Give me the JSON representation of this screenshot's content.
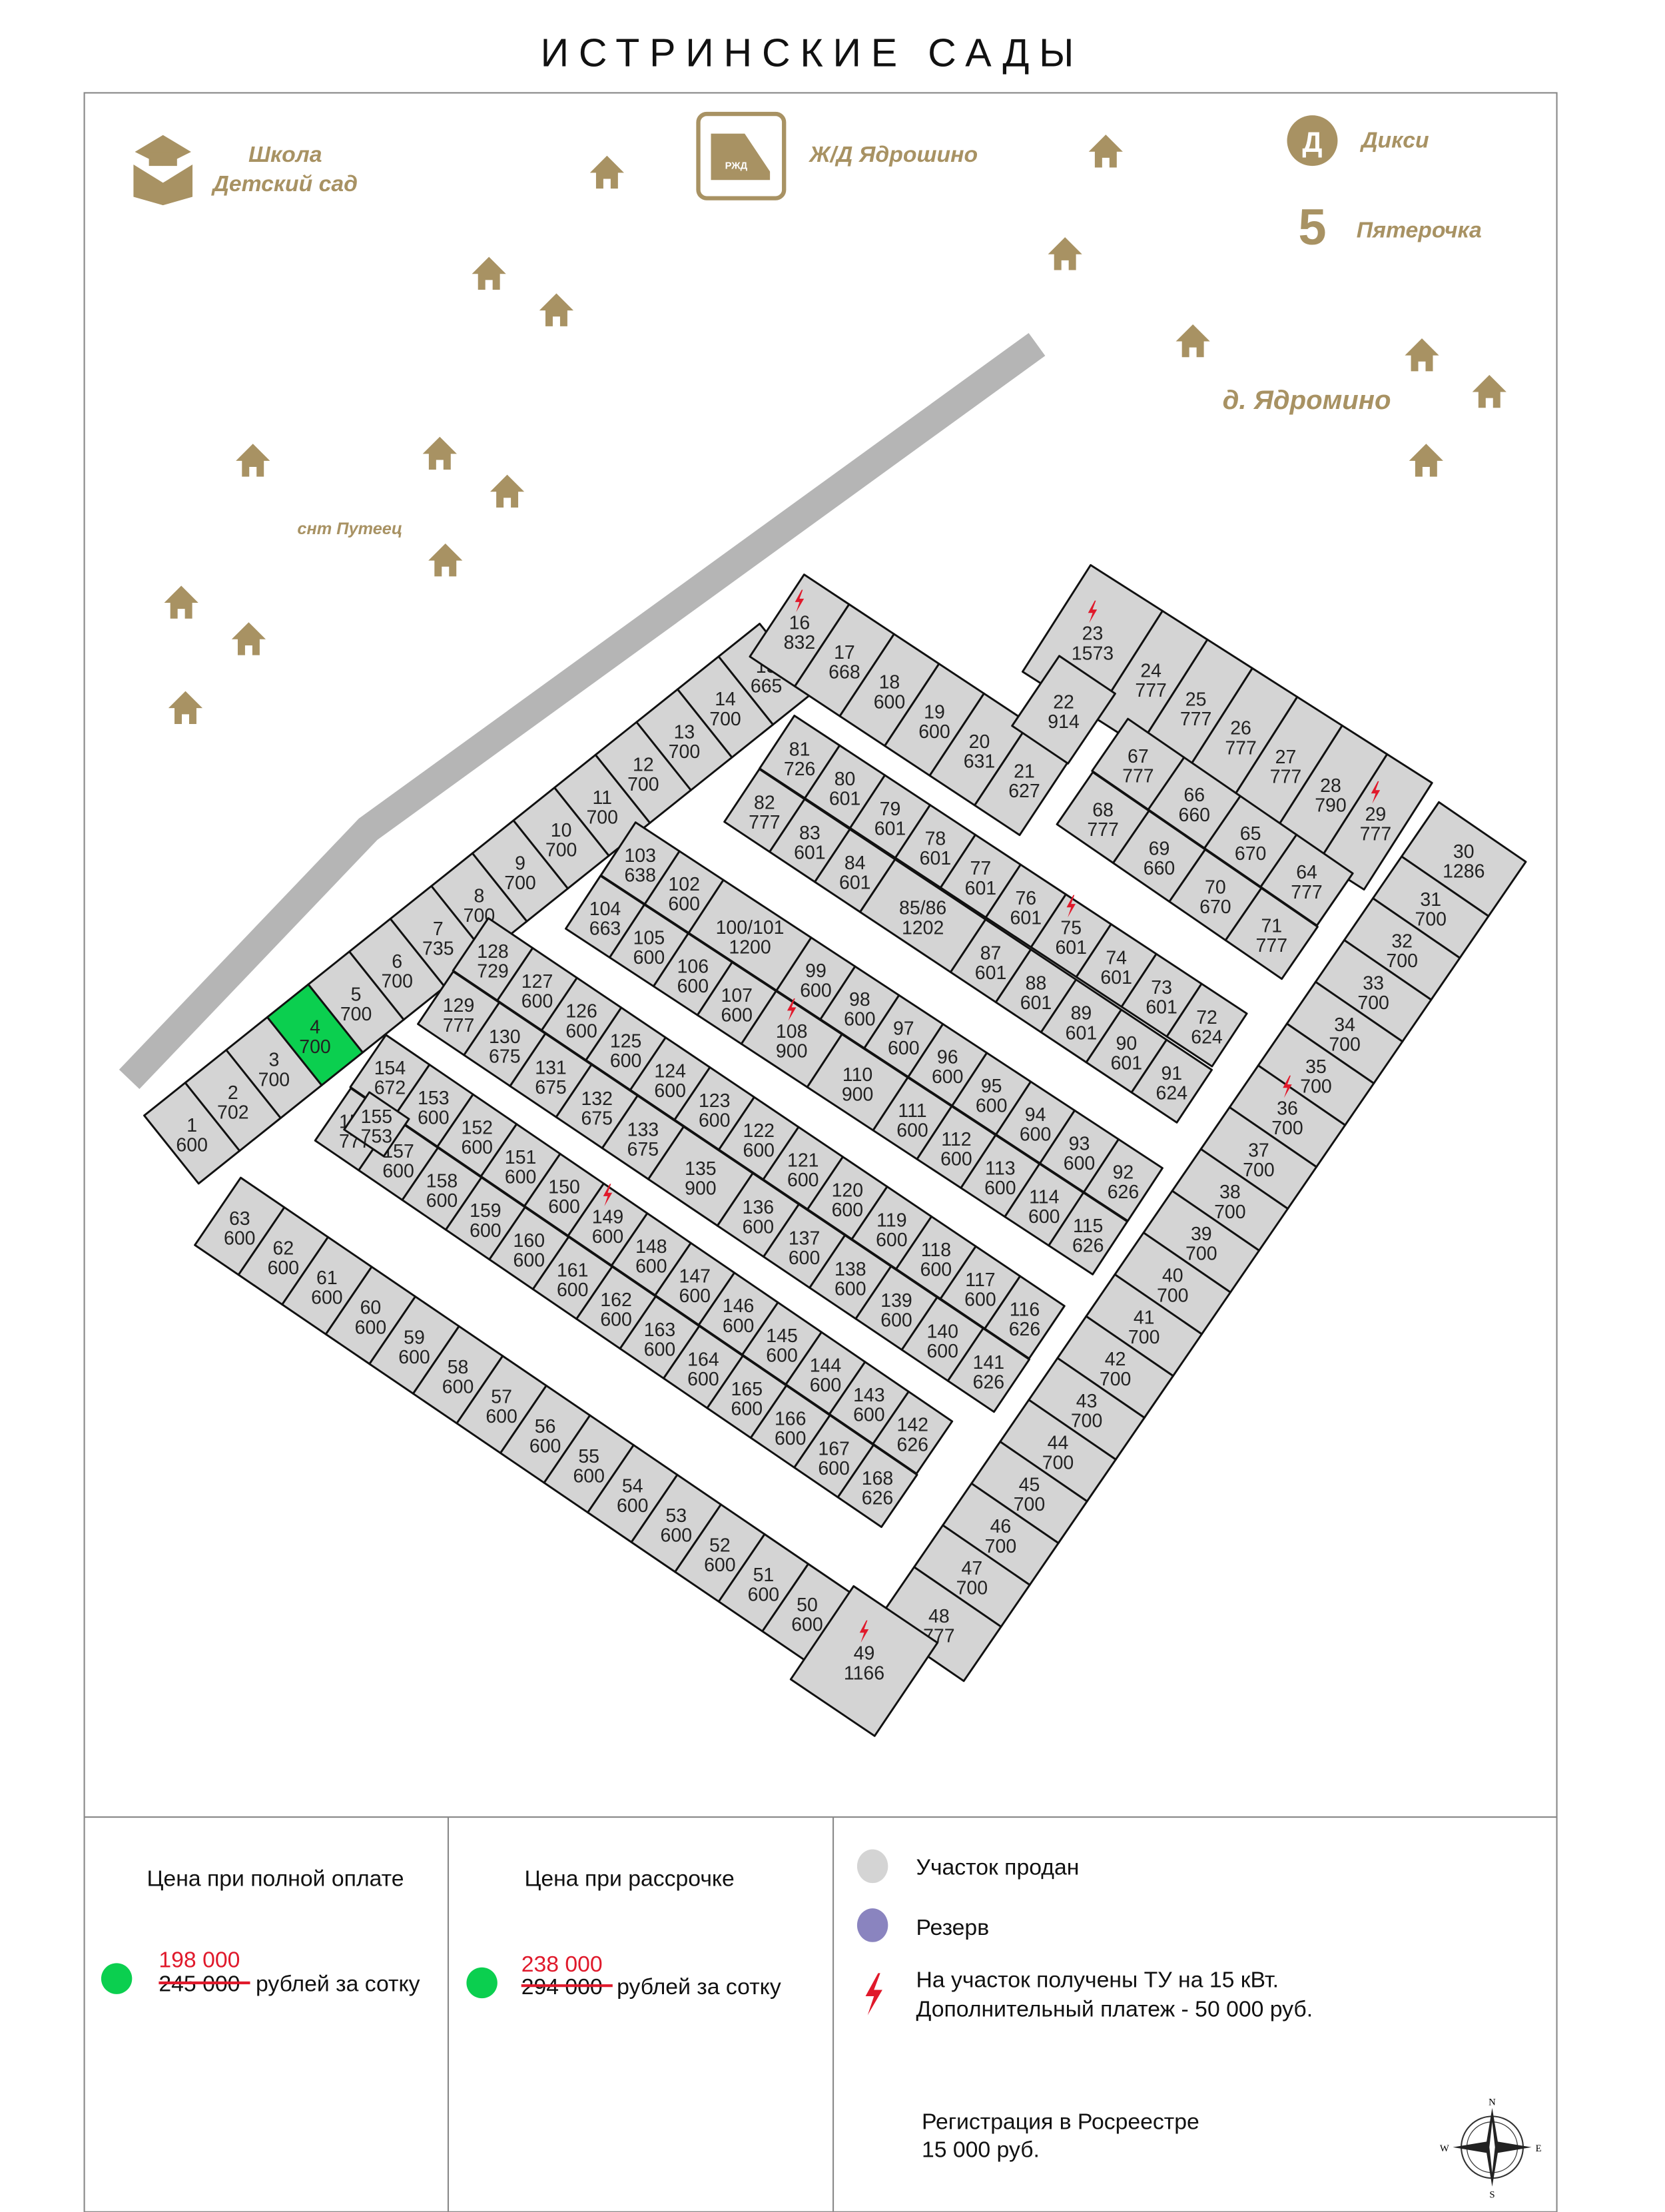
{
  "title": "ИСТРИНСКИЕ САДЫ",
  "landmarks": {
    "school": [
      "Школа",
      "Детский сад"
    ],
    "station": "Ж/Д Ядрошино",
    "dixy": "Дикси",
    "dixy_logo": "Д",
    "pyaterochka": "Пятерочка",
    "pyaterochka_logo": "5",
    "village": "д. Ядромино",
    "snt": "снт Путеец",
    "rzd_logo": "РЖД"
  },
  "colors": {
    "sold": "#d4d4d4",
    "free": "#0bcf4f",
    "reserve": "#8a84bf",
    "tu": "#e0192b",
    "gold": "#a89263",
    "road": "#b5b5b5"
  },
  "rows": [
    [
      {
        "n": "1",
        "a": "600"
      },
      {
        "n": "2",
        "a": "702"
      },
      {
        "n": "3",
        "a": "700"
      },
      {
        "n": "4",
        "a": "700",
        "status": "free"
      },
      {
        "n": "5",
        "a": "700"
      },
      {
        "n": "6",
        "a": "700"
      },
      {
        "n": "7",
        "a": "735"
      },
      {
        "n": "8",
        "a": "700"
      },
      {
        "n": "9",
        "a": "700"
      },
      {
        "n": "10",
        "a": "700"
      },
      {
        "n": "11",
        "a": "700"
      },
      {
        "n": "12",
        "a": "700"
      },
      {
        "n": "13",
        "a": "700"
      },
      {
        "n": "14",
        "a": "700"
      },
      {
        "n": "15",
        "a": "665"
      }
    ],
    [
      {
        "n": "16",
        "a": "832",
        "tu": true
      },
      {
        "n": "17",
        "a": "668"
      },
      {
        "n": "18",
        "a": "600"
      },
      {
        "n": "19",
        "a": "600"
      },
      {
        "n": "20",
        "a": "631"
      },
      {
        "n": "21",
        "a": "627"
      }
    ],
    [
      {
        "n": "23",
        "a": "1573",
        "tu": true
      },
      {
        "n": "24",
        "a": "777"
      },
      {
        "n": "25",
        "a": "777"
      },
      {
        "n": "26",
        "a": "777"
      },
      {
        "n": "27",
        "a": "777"
      },
      {
        "n": "28",
        "a": "790"
      },
      {
        "n": "29",
        "a": "777",
        "tu": true
      }
    ],
    [
      {
        "n": "30",
        "a": "1286"
      },
      {
        "n": "31",
        "a": "700"
      },
      {
        "n": "32",
        "a": "700"
      },
      {
        "n": "33",
        "a": "700"
      },
      {
        "n": "34",
        "a": "700"
      },
      {
        "n": "35",
        "a": "700"
      },
      {
        "n": "36",
        "a": "700",
        "tu": true
      },
      {
        "n": "37",
        "a": "700"
      },
      {
        "n": "38",
        "a": "700"
      },
      {
        "n": "39",
        "a": "700"
      },
      {
        "n": "40",
        "a": "700"
      },
      {
        "n": "41",
        "a": "700"
      },
      {
        "n": "42",
        "a": "700"
      },
      {
        "n": "43",
        "a": "700"
      },
      {
        "n": "44",
        "a": "700"
      },
      {
        "n": "45",
        "a": "700"
      },
      {
        "n": "46",
        "a": "700"
      },
      {
        "n": "47",
        "a": "700"
      },
      {
        "n": "48",
        "a": "777"
      }
    ],
    [
      {
        "n": "63",
        "a": "600"
      },
      {
        "n": "62",
        "a": "600"
      },
      {
        "n": "61",
        "a": "600"
      },
      {
        "n": "60",
        "a": "600"
      },
      {
        "n": "59",
        "a": "600"
      },
      {
        "n": "58",
        "a": "600"
      },
      {
        "n": "57",
        "a": "600"
      },
      {
        "n": "56",
        "a": "600"
      },
      {
        "n": "55",
        "a": "600"
      },
      {
        "n": "54",
        "a": "600"
      },
      {
        "n": "53",
        "a": "600"
      },
      {
        "n": "52",
        "a": "600"
      },
      {
        "n": "51",
        "a": "600"
      },
      {
        "n": "50",
        "a": "600"
      }
    ],
    [
      {
        "n": "81",
        "a": "726"
      },
      {
        "n": "80",
        "a": "601"
      },
      {
        "n": "79",
        "a": "601"
      },
      {
        "n": "78",
        "a": "601"
      },
      {
        "n": "77",
        "a": "601"
      },
      {
        "n": "76",
        "a": "601"
      },
      {
        "n": "75",
        "a": "601",
        "tu": true
      },
      {
        "n": "74",
        "a": "601"
      },
      {
        "n": "73",
        "a": "601"
      },
      {
        "n": "72",
        "a": "624"
      }
    ],
    [
      {
        "n": "82",
        "a": "777"
      },
      {
        "n": "83",
        "a": "601"
      },
      {
        "n": "84",
        "a": "601"
      },
      {
        "n": "85/86",
        "a": "1202"
      },
      {
        "n": "87",
        "a": "601"
      },
      {
        "n": "88",
        "a": "601"
      },
      {
        "n": "89",
        "a": "601"
      },
      {
        "n": "90",
        "a": "601"
      },
      {
        "n": "91",
        "a": "624"
      }
    ],
    [
      {
        "n": "67",
        "a": "777"
      },
      {
        "n": "66",
        "a": "660"
      },
      {
        "n": "65",
        "a": "670"
      },
      {
        "n": "64",
        "a": "777"
      }
    ],
    [
      {
        "n": "68",
        "a": "777"
      },
      {
        "n": "69",
        "a": "660"
      },
      {
        "n": "70",
        "a": "670"
      },
      {
        "n": "71",
        "a": "777"
      }
    ],
    [
      {
        "n": "103",
        "a": "638"
      },
      {
        "n": "102",
        "a": "600"
      },
      {
        "n": "100/101",
        "a": "1200"
      },
      {
        "n": "99",
        "a": "600"
      },
      {
        "n": "98",
        "a": "600"
      },
      {
        "n": "97",
        "a": "600"
      },
      {
        "n": "96",
        "a": "600"
      },
      {
        "n": "95",
        "a": "600"
      },
      {
        "n": "94",
        "a": "600"
      },
      {
        "n": "93",
        "a": "600"
      },
      {
        "n": "92",
        "a": "626"
      }
    ],
    [
      {
        "n": "104",
        "a": "663"
      },
      {
        "n": "105",
        "a": "600"
      },
      {
        "n": "106",
        "a": "600"
      },
      {
        "n": "107",
        "a": "600"
      },
      {
        "n": "108",
        "a": "900",
        "tu": true
      },
      {
        "n": "110",
        "a": "900"
      },
      {
        "n": "111",
        "a": "600"
      },
      {
        "n": "112",
        "a": "600"
      },
      {
        "n": "113",
        "a": "600"
      },
      {
        "n": "114",
        "a": "600"
      },
      {
        "n": "115",
        "a": "626"
      }
    ],
    [
      {
        "n": "128",
        "a": "729"
      },
      {
        "n": "127",
        "a": "600"
      },
      {
        "n": "126",
        "a": "600"
      },
      {
        "n": "125",
        "a": "600"
      },
      {
        "n": "124",
        "a": "600"
      },
      {
        "n": "123",
        "a": "600"
      },
      {
        "n": "122",
        "a": "600"
      },
      {
        "n": "121",
        "a": "600"
      },
      {
        "n": "120",
        "a": "600"
      },
      {
        "n": "119",
        "a": "600"
      },
      {
        "n": "118",
        "a": "600"
      },
      {
        "n": "117",
        "a": "600"
      },
      {
        "n": "116",
        "a": "626"
      }
    ],
    [
      {
        "n": "129",
        "a": "777"
      },
      {
        "n": "130",
        "a": "675"
      },
      {
        "n": "131",
        "a": "675"
      },
      {
        "n": "132",
        "a": "675"
      },
      {
        "n": "133",
        "a": "675"
      },
      {
        "n": "135",
        "a": "900"
      },
      {
        "n": "136",
        "a": "600"
      },
      {
        "n": "137",
        "a": "600"
      },
      {
        "n": "138",
        "a": "600"
      },
      {
        "n": "139",
        "a": "600"
      },
      {
        "n": "140",
        "a": "600"
      },
      {
        "n": "141",
        "a": "626"
      }
    ],
    [
      {
        "n": "154",
        "a": "672"
      },
      {
        "n": "153",
        "a": "600"
      },
      {
        "n": "152",
        "a": "600"
      },
      {
        "n": "151",
        "a": "600"
      },
      {
        "n": "150",
        "a": "600"
      },
      {
        "n": "149",
        "a": "600",
        "tu": true
      },
      {
        "n": "148",
        "a": "600"
      },
      {
        "n": "147",
        "a": "600"
      },
      {
        "n": "146",
        "a": "600"
      },
      {
        "n": "145",
        "a": "600"
      },
      {
        "n": "144",
        "a": "600"
      },
      {
        "n": "143",
        "a": "600"
      },
      {
        "n": "142",
        "a": "626"
      }
    ],
    [
      {
        "n": "156",
        "a": "777"
      },
      {
        "n": "157",
        "a": "600"
      },
      {
        "n": "158",
        "a": "600"
      },
      {
        "n": "159",
        "a": "600"
      },
      {
        "n": "160",
        "a": "600"
      },
      {
        "n": "161",
        "a": "600"
      },
      {
        "n": "162",
        "a": "600"
      },
      {
        "n": "163",
        "a": "600"
      },
      {
        "n": "164",
        "a": "600"
      },
      {
        "n": "165",
        "a": "600"
      },
      {
        "n": "166",
        "a": "600"
      },
      {
        "n": "167",
        "a": "600"
      },
      {
        "n": "168",
        "a": "626"
      }
    ]
  ],
  "singles": [
    {
      "n": "22",
      "a": "914"
    },
    {
      "n": "49",
      "a": "1166",
      "tu": true
    },
    {
      "n": "155",
      "a": "753"
    }
  ],
  "legend": {
    "full_payment": {
      "title": "Цена при полной оплате",
      "new_price": "198 000",
      "old_price": "245 000",
      "unit": "рублей за сотку"
    },
    "installment": {
      "title": "Цена при рассрочке",
      "new_price": "238 000",
      "old_price": "294 000",
      "unit": "рублей за сотку"
    },
    "sold": "Участок продан",
    "reserve": "Резерв",
    "tu_line1": "На участок получены ТУ на 15 кВт.",
    "tu_line2": "Дополнительный платеж - 50 000 руб.",
    "registration_line1": "Регистрация в Росреестре",
    "registration_line2": "15 000 руб."
  },
  "compass": {
    "n": "N",
    "s": "S",
    "w": "W",
    "e": "E"
  }
}
